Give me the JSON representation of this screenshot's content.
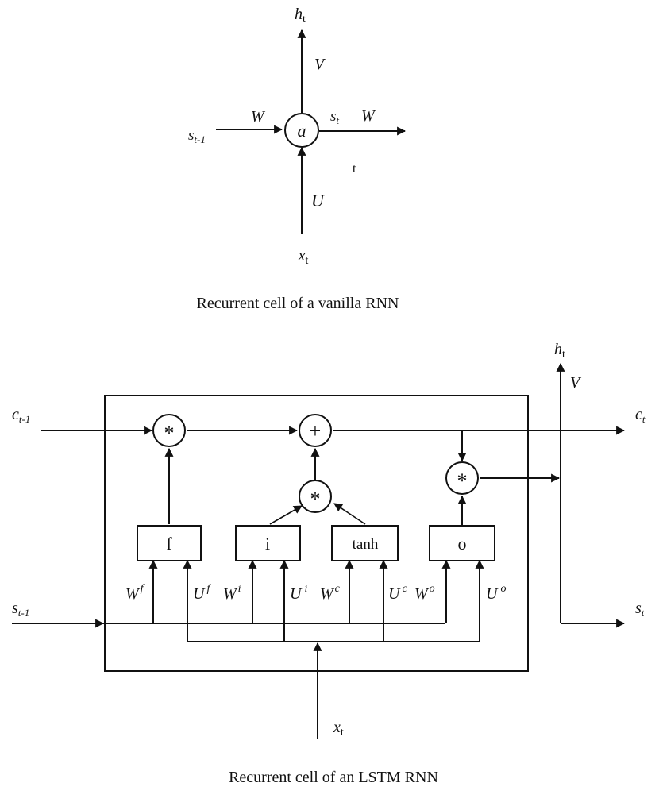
{
  "rnn": {
    "caption": "Recurrent cell of a vanilla RNN",
    "output": {
      "base": "h",
      "sub": "t"
    },
    "input": {
      "base": "x",
      "sub": "t"
    },
    "state_in": {
      "base": "s",
      "sub": "t-1"
    },
    "state_out": {
      "base": "s",
      "sub": "t"
    },
    "node_label": "a",
    "weights": {
      "v": "V",
      "u": "U",
      "w_in": "W",
      "w_out": "W"
    },
    "stray_t": "t"
  },
  "lstm": {
    "caption": "Recurrent cell of an LSTM RNN",
    "output": {
      "base": "h",
      "sub": "t"
    },
    "input": {
      "base": "x",
      "sub": "t"
    },
    "cell_in": {
      "base": "c",
      "sub": "t-1"
    },
    "cell_out": {
      "base": "c",
      "sub": "t"
    },
    "state_in": {
      "base": "s",
      "sub": "t-1"
    },
    "state_out": {
      "base": "s",
      "sub": "t"
    },
    "v_label": "V",
    "ops": {
      "mult": "*",
      "add": "+"
    },
    "gates": {
      "f": "f",
      "i": "i",
      "tanh": "tanh",
      "o": "o"
    },
    "weights": {
      "wf": {
        "base": "W",
        "sup": "f"
      },
      "uf": {
        "base": "U",
        "sup": "f"
      },
      "wi": {
        "base": "W",
        "sup": "i"
      },
      "ui": {
        "base": "U",
        "sup": "i"
      },
      "wc": {
        "base": "W",
        "sup": "c"
      },
      "uc": {
        "base": "U",
        "sup": "c"
      },
      "wo": {
        "base": "W",
        "sup": "o"
      },
      "uo": {
        "base": "U",
        "sup": "o"
      }
    }
  }
}
